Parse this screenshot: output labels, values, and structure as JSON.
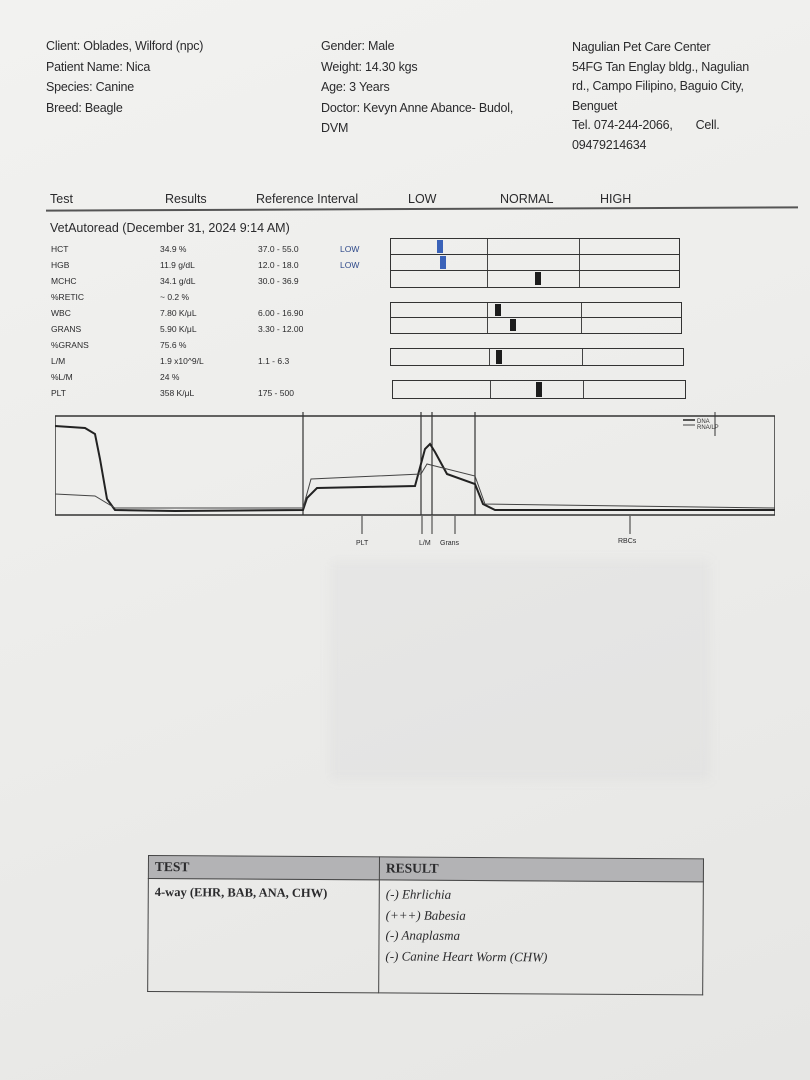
{
  "patient": {
    "client": "Client: Oblades, Wilford (npc)",
    "patient_name": "Patient Name: Nica",
    "species": "Species: Canine",
    "breed": "Breed: Beagle"
  },
  "details": {
    "gender": "Gender: Male",
    "weight": "Weight: 14.30 kgs",
    "age": "Age: 3 Years",
    "doctor_line1": "Doctor: Kevyn Anne Abance- Budol,",
    "doctor_line2": "DVM"
  },
  "clinic": {
    "name": "Nagulian Pet Care Center",
    "addr1": "54FG Tan Englay bldg., Nagulian",
    "addr2": "rd., Campo Filipino, Baguio City,",
    "addr3": "Benguet",
    "tel": "Tel. 074-244-2066,",
    "cell_label": "Cell.",
    "cell": "09479214634"
  },
  "columns": {
    "test": "Test",
    "results": "Results",
    "reference": "Reference Interval",
    "low": "LOW",
    "normal": "NORMAL",
    "high": "HIGH"
  },
  "vet_title": "VetAutoread (December 31, 2024 9:14 AM)",
  "rows": [
    {
      "name": "HCT",
      "value": "34.9 %",
      "ref": "37.0 - 55.0",
      "flag": "LOW"
    },
    {
      "name": "HGB",
      "value": "11.9 g/dL",
      "ref": "12.0 - 18.0",
      "flag": "LOW"
    },
    {
      "name": "MCHC",
      "value": "34.1 g/dL",
      "ref": "30.0 - 36.9",
      "flag": ""
    },
    {
      "name": "%RETIC",
      "value": "~ 0.2 %",
      "ref": "",
      "flag": ""
    },
    {
      "name": "WBC",
      "value": "7.80 K/μL",
      "ref": "6.00 - 16.90",
      "flag": ""
    },
    {
      "name": "GRANS",
      "value": "5.90 K/μL",
      "ref": "3.30 - 12.00",
      "flag": ""
    },
    {
      "name": "%GRANS",
      "value": "75.6 %",
      "ref": "",
      "flag": ""
    },
    {
      "name": "L/M",
      "value": "1.9 x10^9/L",
      "ref": "1.1 - 6.3",
      "flag": ""
    },
    {
      "name": "%L/M",
      "value": "24 %",
      "ref": "",
      "flag": ""
    },
    {
      "name": "PLT",
      "value": "358 K/μL",
      "ref": "175 - 500",
      "flag": ""
    }
  ],
  "gauges": [
    {
      "test": "HCT",
      "fraction": 0.17,
      "color": "#3a62b8"
    },
    {
      "test": "HGB",
      "fraction": 0.18,
      "color": "#3a62b8"
    },
    {
      "test": "MCHC",
      "fraction": 0.51,
      "color": "#1c1c1c"
    },
    {
      "test": "WBC",
      "fraction": 0.37,
      "color": "#1c1c1c"
    },
    {
      "test": "GRANS",
      "fraction": 0.42,
      "color": "#1c1c1c"
    },
    {
      "test": "L/M",
      "fraction": 0.37,
      "color": "#1c1c1c"
    },
    {
      "test": "PLT",
      "fraction": 0.5,
      "color": "#1c1c1c"
    }
  ],
  "histogram": {
    "legend": [
      "DNA",
      "RNA/LP"
    ],
    "axis_labels": {
      "plt": "PLT",
      "lm": "L/M",
      "grans": "Grans",
      "rbcs": "RBCs"
    }
  },
  "fourway": {
    "test_header": "TEST",
    "result_header": "RESULT",
    "test_name": "4-way (EHR, BAB, ANA, CHW)",
    "results": [
      "(-) Ehrlichia",
      "(+++) Babesia",
      "(-) Anaplasma",
      "(-) Canine Heart Worm (CHW)"
    ]
  }
}
